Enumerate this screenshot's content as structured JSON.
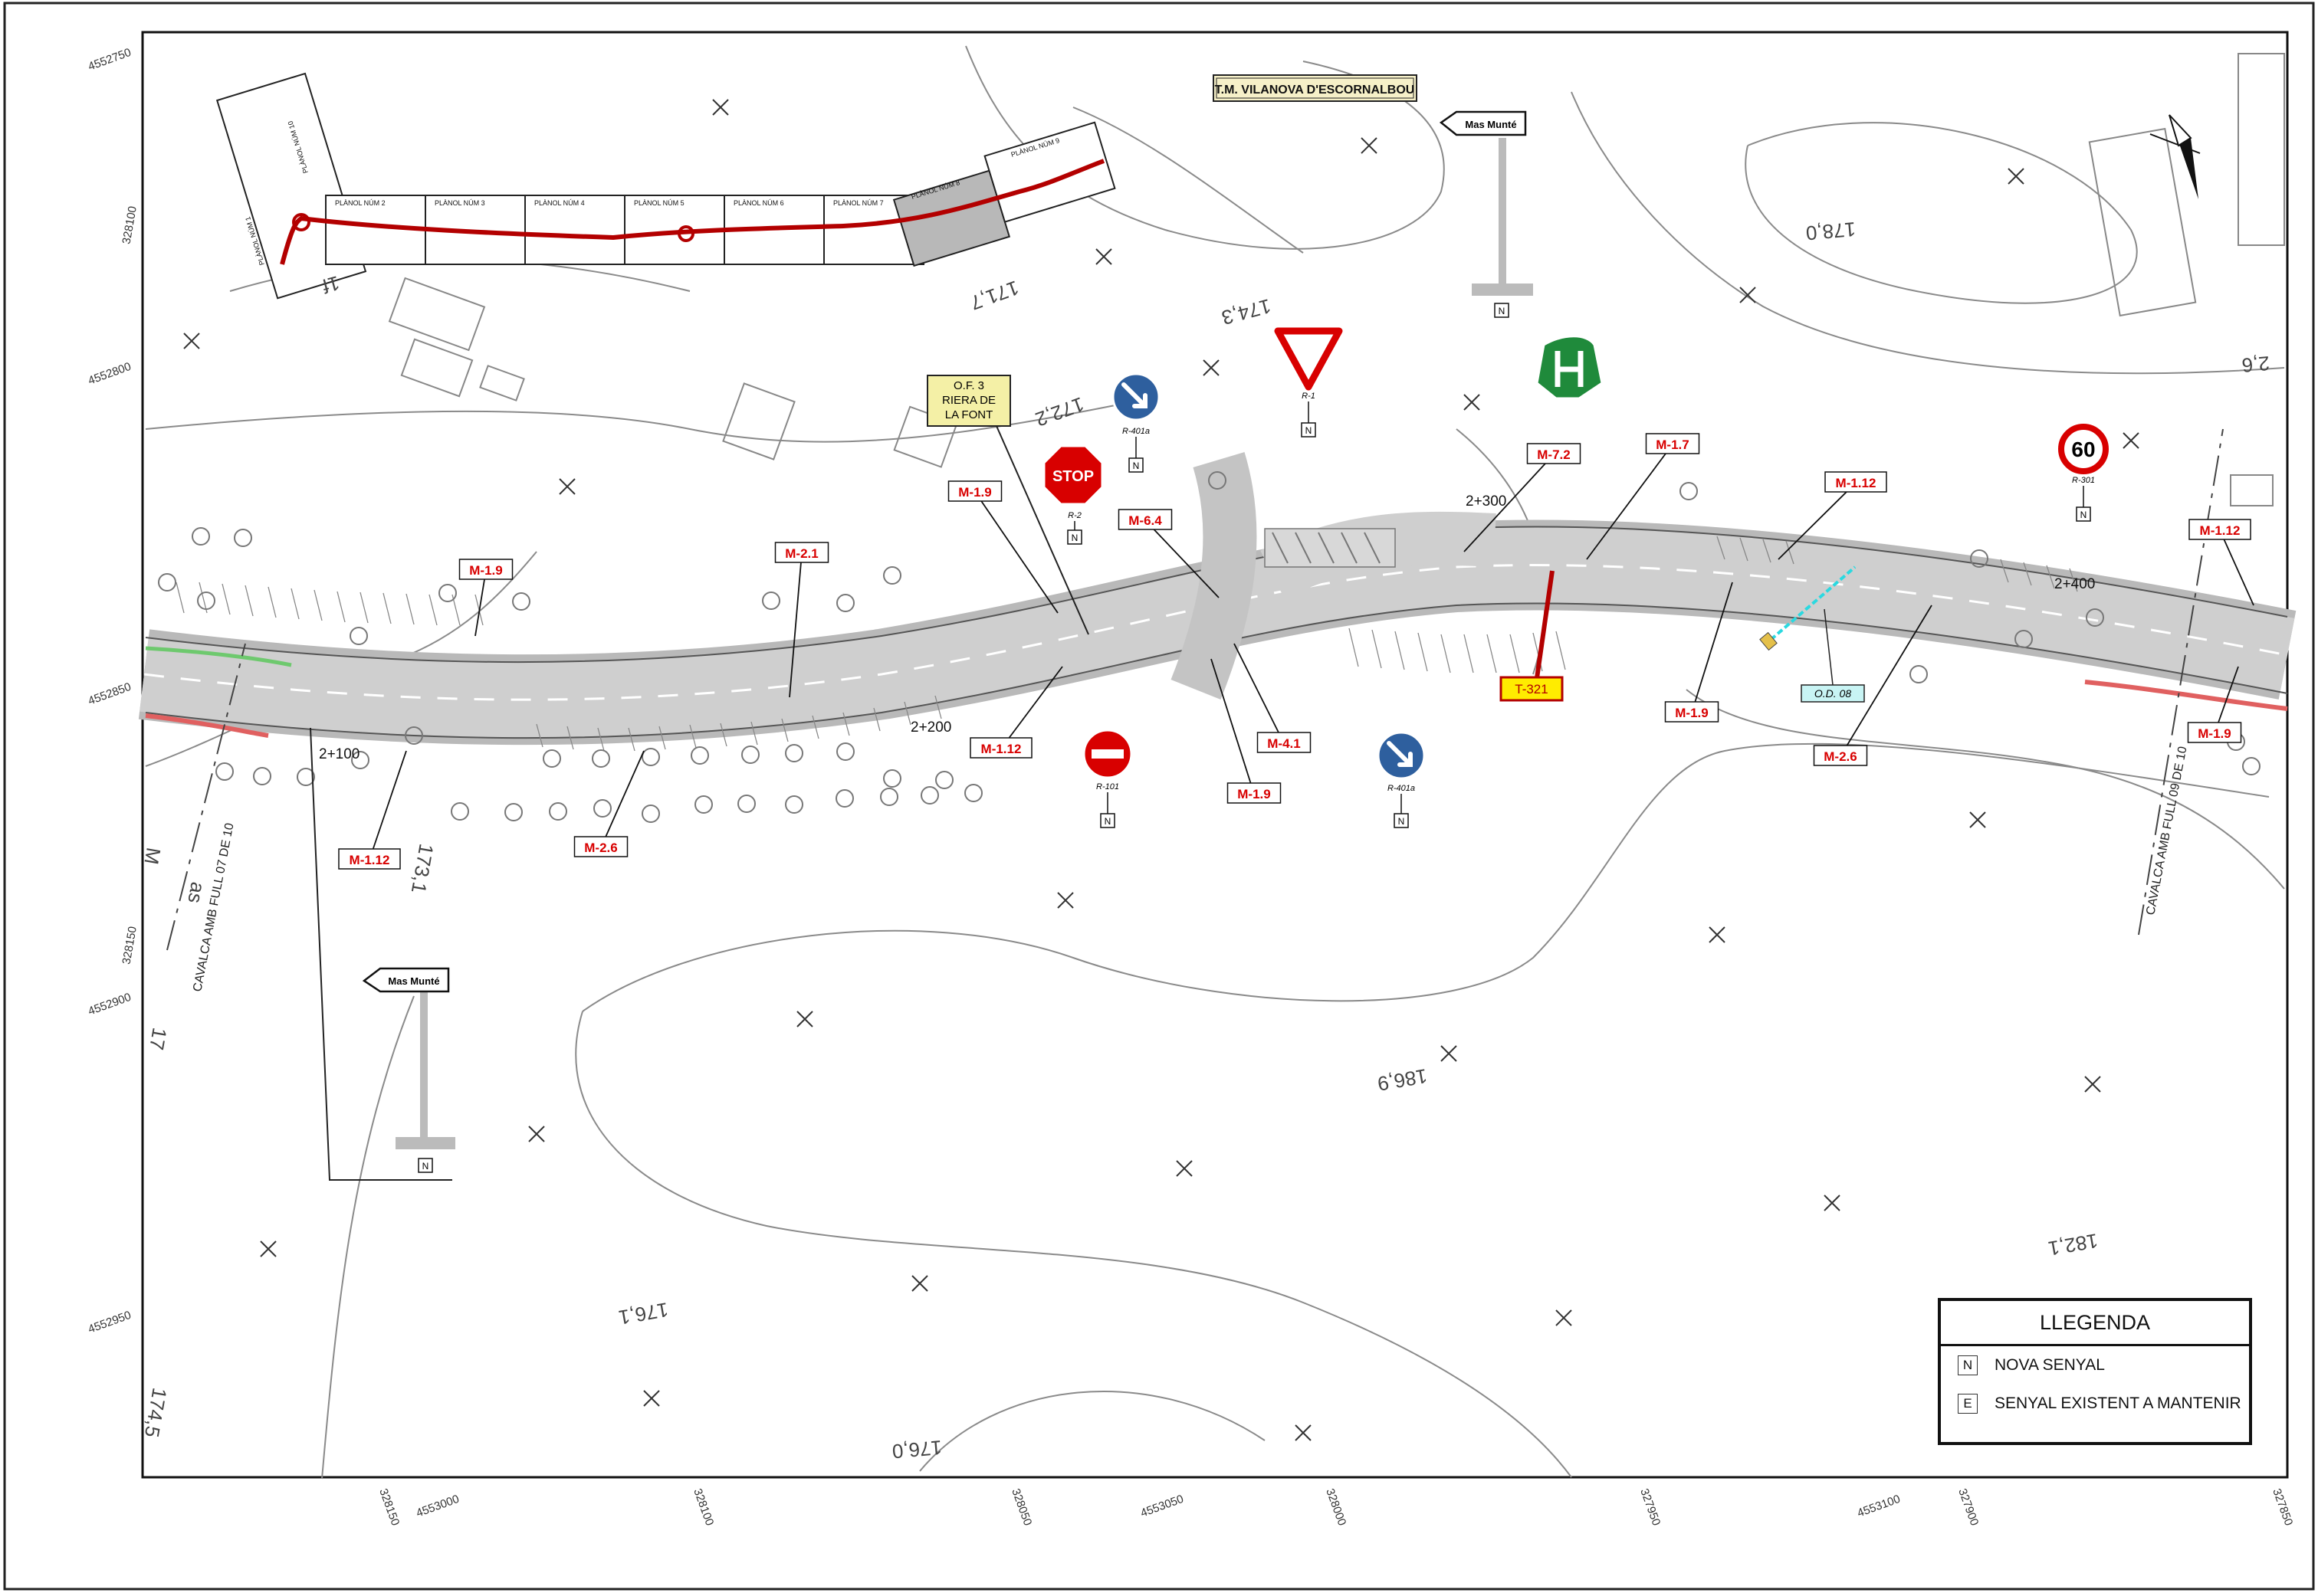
{
  "municipality_label": "T.M. VILANOVA D'ESCORNALBOU",
  "key_plan": {
    "sheets": [
      "PLÀNOL NÚM 1",
      "PLÀNOL NÚM 2",
      "PLÀNOL NÚM 3",
      "PLÀNOL NÚM 4",
      "PLÀNOL NÚM 5",
      "PLÀNOL NÚM 6",
      "PLÀNOL NÚM 7",
      "PLÀNOL NÚM 8",
      "PLÀNOL NÚM 9",
      "PLÀNOL NÚM 10"
    ],
    "current_sheet": "PLÀNOL NÚM 8"
  },
  "structures": {
    "of3": [
      "O.F. 3",
      "RIERA DE",
      "LA FONT"
    ],
    "od08": "O.D. 08"
  },
  "chainages": [
    "2+100",
    "2+200",
    "2+300",
    "2+400"
  ],
  "spot_heights": [
    "174,3",
    "171,7",
    "172,2",
    "178,0",
    "173,1",
    "186,9",
    "176,1",
    "182,1",
    "174,5",
    "176,0",
    "17",
    "1f",
    "2,6",
    "M",
    "as"
  ],
  "sheet_joins": [
    "CAVALCA AMB FULL 07 DE 10",
    "CAVALCA AMB FULL 09 DE 10"
  ],
  "place_labels": [
    "Mas Munté",
    "Mas Munté"
  ],
  "road_markings": [
    "M-1.9",
    "M-2.1",
    "M-1.12",
    "M-2.6",
    "M-1.12",
    "M-1.9",
    "M-6.4",
    "M-4.1",
    "M-1.9",
    "M-7.2",
    "M-1.7",
    "M-1.9",
    "M-1.12",
    "M-2.6",
    "M-1.12",
    "M-1.9"
  ],
  "marking_T321": "T-321",
  "signs": {
    "stop": {
      "face": "STOP",
      "code": "R-2"
    },
    "yield": {
      "code": "R-1"
    },
    "keep_right_1": {
      "code": "R-401a"
    },
    "keep_right_2": {
      "code": "R-401a"
    },
    "no_entry": {
      "code": "R-101"
    },
    "speed_limit": {
      "value": "60",
      "code": "R-301"
    }
  },
  "sign_status_flag": "N",
  "grid_coords": {
    "left": [
      "4552750",
      "328100",
      "4552800",
      "4552850",
      "328150",
      "4552900",
      "4552950"
    ],
    "bottom": [
      "328150",
      "4553000",
      "328100",
      "328050",
      "4553050",
      "328000",
      "327950",
      "4553100",
      "327900",
      "327850"
    ]
  },
  "legend": {
    "title": "LLEGENDA",
    "items": [
      {
        "key": "N",
        "label": "NOVA SENYAL"
      },
      {
        "key": "E",
        "label": "SENYAL EXISTENT A MANTENIR"
      }
    ]
  },
  "colors": {
    "marking_red": "#d80000",
    "route_red": "#b30000",
    "sign_blue": "#2e5f9e",
    "sign_green": "#1f8a3b",
    "note_yellow": "#f4f0a6",
    "od_cyan": "#c8f4f4",
    "t321_yellow": "#ffec00"
  }
}
